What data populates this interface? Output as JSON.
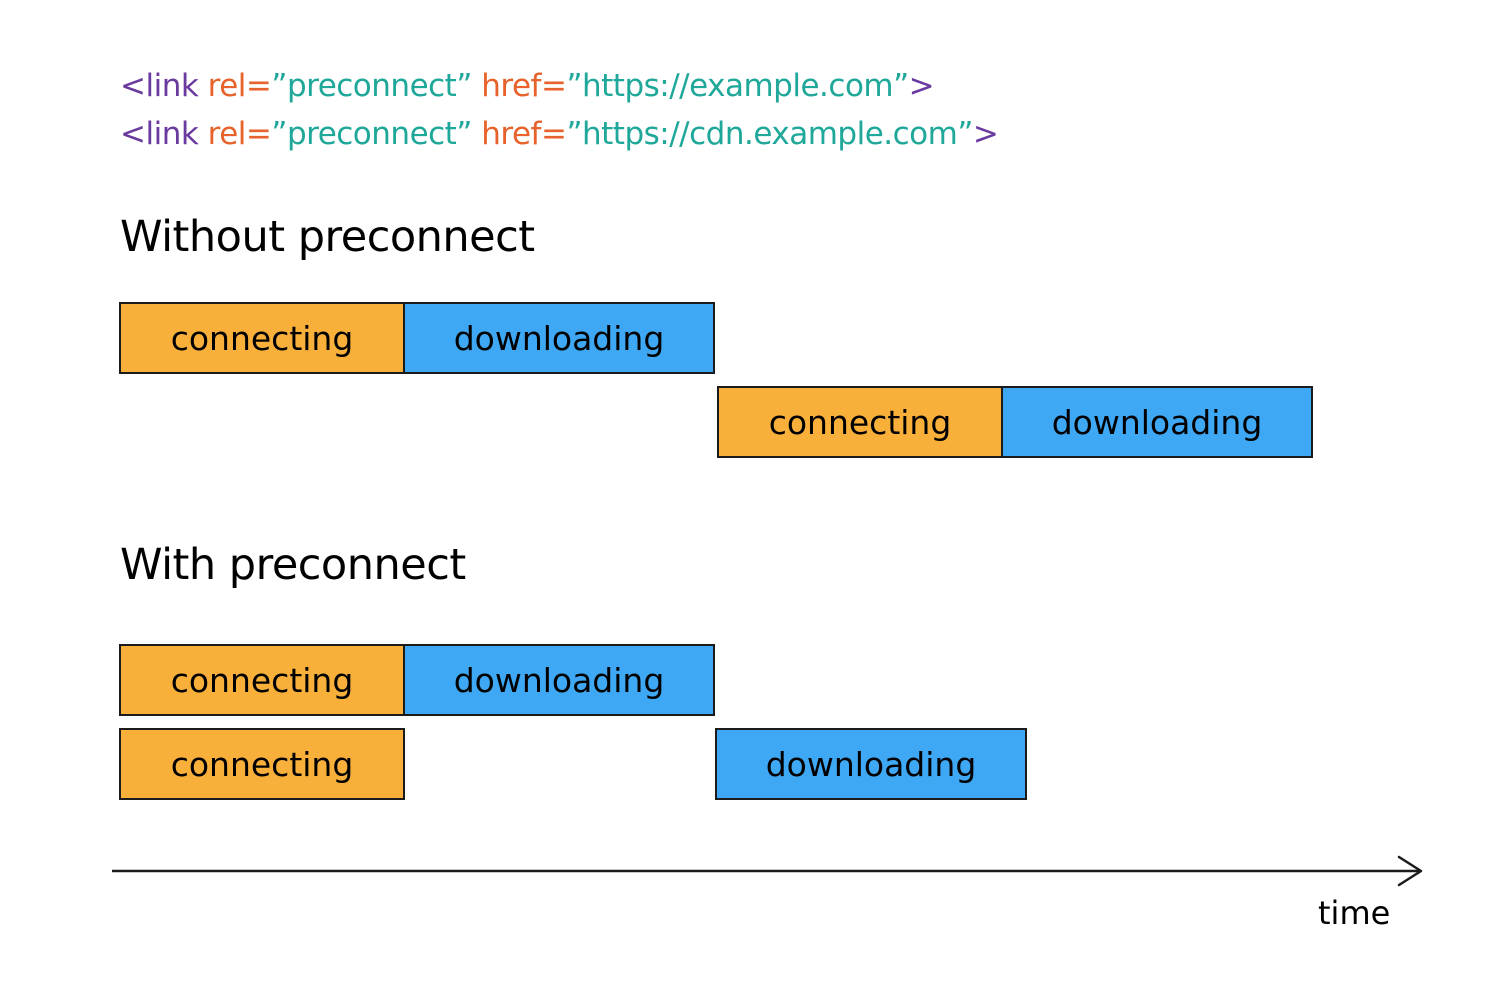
{
  "code": {
    "line1": {
      "open": "<link",
      "rel_attr": " rel=",
      "rel_val": "”preconnect”",
      "href_attr": " href=",
      "href_val": "”https://example.com”",
      "close": ">"
    },
    "line2": {
      "open": "<link",
      "rel_attr": " rel=",
      "rel_val": "”preconnect”",
      "href_attr": " href=",
      "href_val": "”https://cdn.example.com”",
      "close": ">"
    },
    "colors": {
      "tag": "#6a3a9e",
      "attr": "#e8622c",
      "value": "#1fa89a"
    }
  },
  "sections": {
    "without": {
      "title": "Without preconnect",
      "row1": {
        "connecting": "connecting",
        "downloading": "downloading"
      },
      "row2": {
        "connecting": "connecting",
        "downloading": "downloading"
      }
    },
    "with": {
      "title": "With preconnect",
      "row1": {
        "connecting": "connecting",
        "downloading": "downloading"
      },
      "row2": {
        "connecting": "connecting",
        "downloading": "downloading"
      }
    }
  },
  "phase_colors": {
    "connecting": "#f9b03b",
    "downloading": "#3ea8f4"
  },
  "axis": {
    "label": "time"
  }
}
